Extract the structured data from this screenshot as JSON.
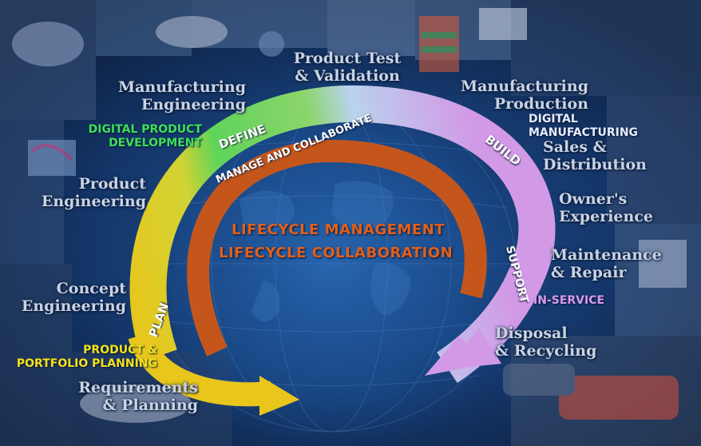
{
  "stages": {
    "product_test": "Product Test\n& Validation",
    "mfg_engineering": "Manufacturing\nEngineering",
    "mfg_production": "Manufacturing\nProduction",
    "sales": "Sales &\nDistribution",
    "owners": "Owner's\nExperience",
    "maintenance": "Maintenance\n& Repair",
    "disposal": "Disposal\n& Recycling",
    "product_engineering": "Product\nEngineering",
    "concept": "Concept\nEngineering",
    "requirements": "Requirements\n& Planning"
  },
  "categories": {
    "digital_product_dev": "DIGITAL PRODUCT\nDEVELOPMENT",
    "digital_mfg": "DIGITAL\nMANUFACTURING",
    "in_service": "IN-SERVICE",
    "portfolio": "PRODUCT &\nPORTFOLIO PLANNING"
  },
  "arc_labels": {
    "define": "DEFINE",
    "build": "BUILD",
    "support": "SUPPORT",
    "plan": "PLAN",
    "manage": "MANAGE AND COLLABORATE"
  },
  "center": {
    "line1": "LIFECYCLE MANAGEMENT",
    "line2": "LIFECYCLE COLLABORATION"
  },
  "colors": {
    "plan": "#e8c61c",
    "define": "#5fd45a",
    "build": "#b9d3ee",
    "support": "#d29ae6",
    "orange": "#c4561c",
    "category_green": "#3ee05a",
    "category_blue": "#e6ecff",
    "category_purple": "#d99aee",
    "category_yellow": "#f3e21a"
  }
}
